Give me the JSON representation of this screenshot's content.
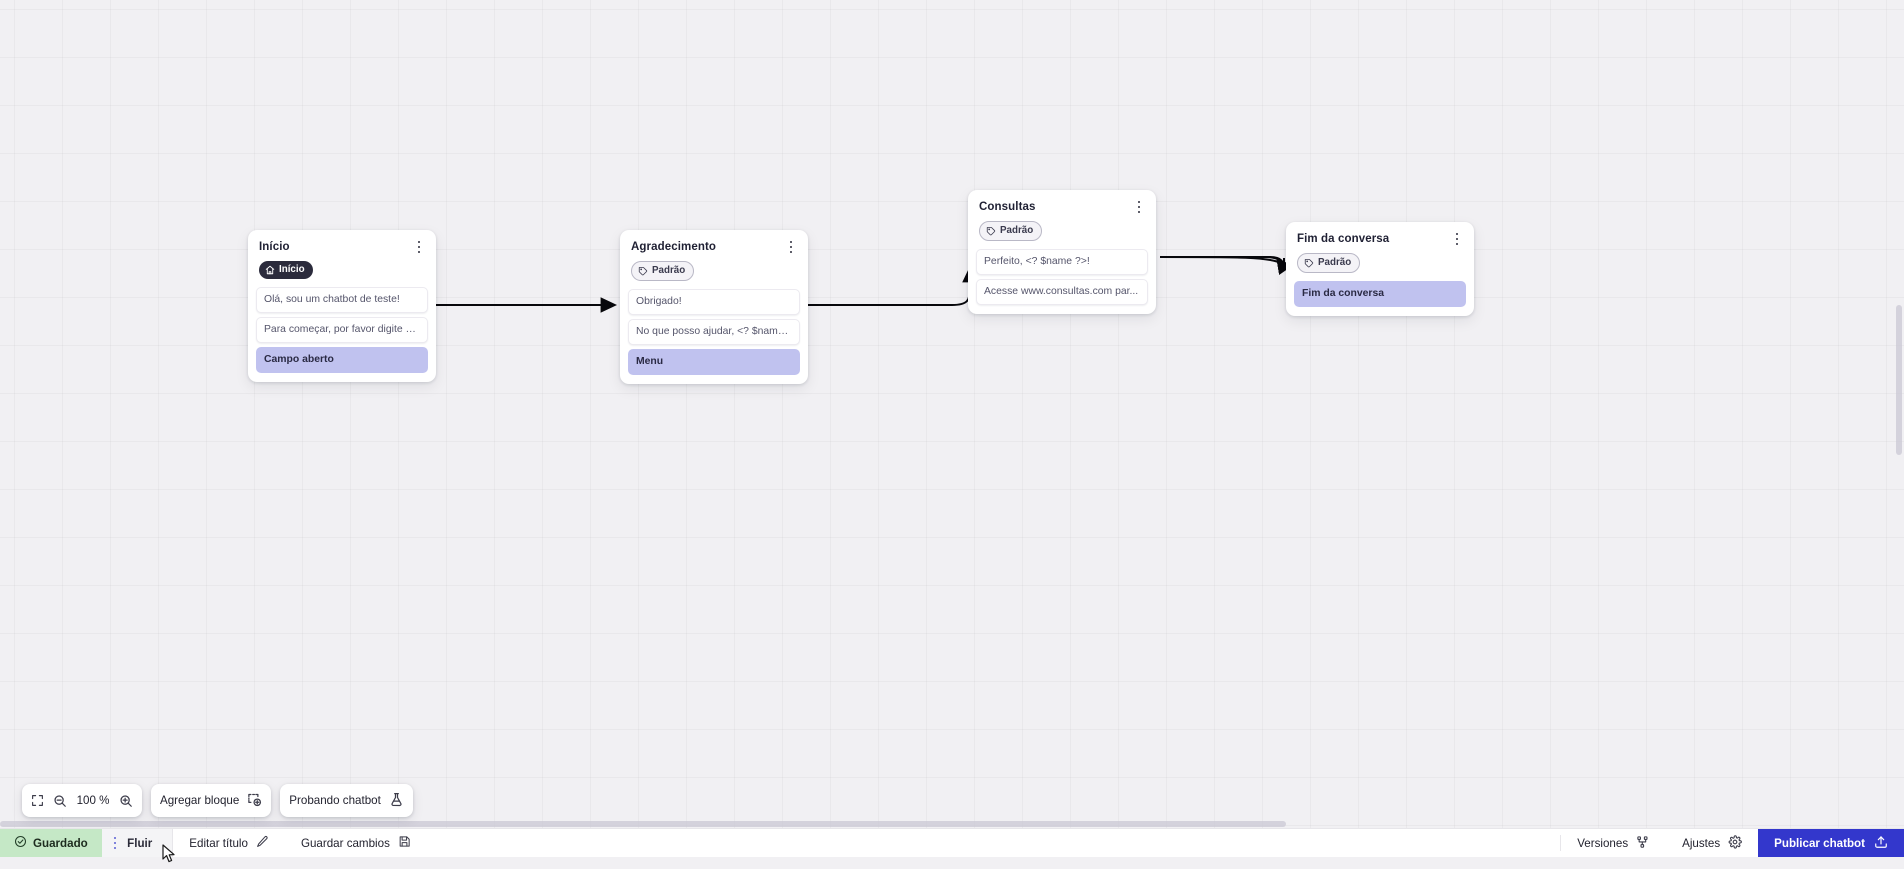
{
  "canvas": {
    "zoom_level": "100 %",
    "nodes": [
      {
        "id": "inicio",
        "title": "Início",
        "badge": {
          "label": "Início",
          "type": "start",
          "icon": "home-icon"
        },
        "rows": [
          {
            "text": "Olá, sou um chatbot de teste!",
            "accent": false
          },
          {
            "text": "Para começar, por favor digite o ...",
            "accent": false
          },
          {
            "text": "Campo aberto",
            "accent": true
          }
        ]
      },
      {
        "id": "agradecimento",
        "title": "Agradecimento",
        "badge": {
          "label": "Padrão",
          "type": "default",
          "icon": "tag-icon"
        },
        "rows": [
          {
            "text": "Obrigado!",
            "accent": false
          },
          {
            "text": "No que posso ajudar, <? $name ...",
            "accent": false
          },
          {
            "text": "Menu",
            "accent": true
          }
        ]
      },
      {
        "id": "consultas",
        "title": "Consultas",
        "badge": {
          "label": "Padrão",
          "type": "default",
          "icon": "tag-icon"
        },
        "rows": [
          {
            "text": "Perfeito, <? $name ?>!",
            "accent": false
          },
          {
            "text": "Acesse www.consultas.com par...",
            "accent": false
          }
        ]
      },
      {
        "id": "fim",
        "title": "Fim da conversa",
        "badge": {
          "label": "Padrão",
          "type": "default",
          "icon": "tag-icon"
        },
        "rows": [
          {
            "text": "Fim da conversa",
            "accent": true
          }
        ]
      }
    ]
  },
  "toolbar": {
    "fullscreen_icon": "fullscreen-icon",
    "zoom_out_icon": "zoom-out-icon",
    "zoom_in_icon": "zoom-in-icon",
    "zoom_level": "100 %",
    "add_block_label": "Agregar bloque",
    "add_block_icon": "add-block-icon",
    "test_chatbot_label": "Probando chatbot",
    "test_chatbot_icon": "flask-icon"
  },
  "bottombar": {
    "saved_label": "Guardado",
    "saved_icon": "check-circle-icon",
    "tab_label": "Fluir",
    "drag_handle_icon": "drag-handle-icon",
    "edit_title_label": "Editar título",
    "edit_title_icon": "pencil-icon",
    "save_changes_label": "Guardar cambios",
    "save_changes_icon": "save-disk-icon",
    "versions_label": "Versiones",
    "versions_icon": "branch-icon",
    "settings_label": "Ajustes",
    "settings_icon": "gear-icon",
    "publish_label": "Publicar chatbot",
    "publish_icon": "upload-icon"
  },
  "colors": {
    "canvas_bg": "#f1f0f3",
    "accent_row": "#c0c2ef",
    "publish_blue": "#3337cc",
    "saved_green": "#c5e8c6",
    "badge_dark": "#2b2b3c"
  }
}
